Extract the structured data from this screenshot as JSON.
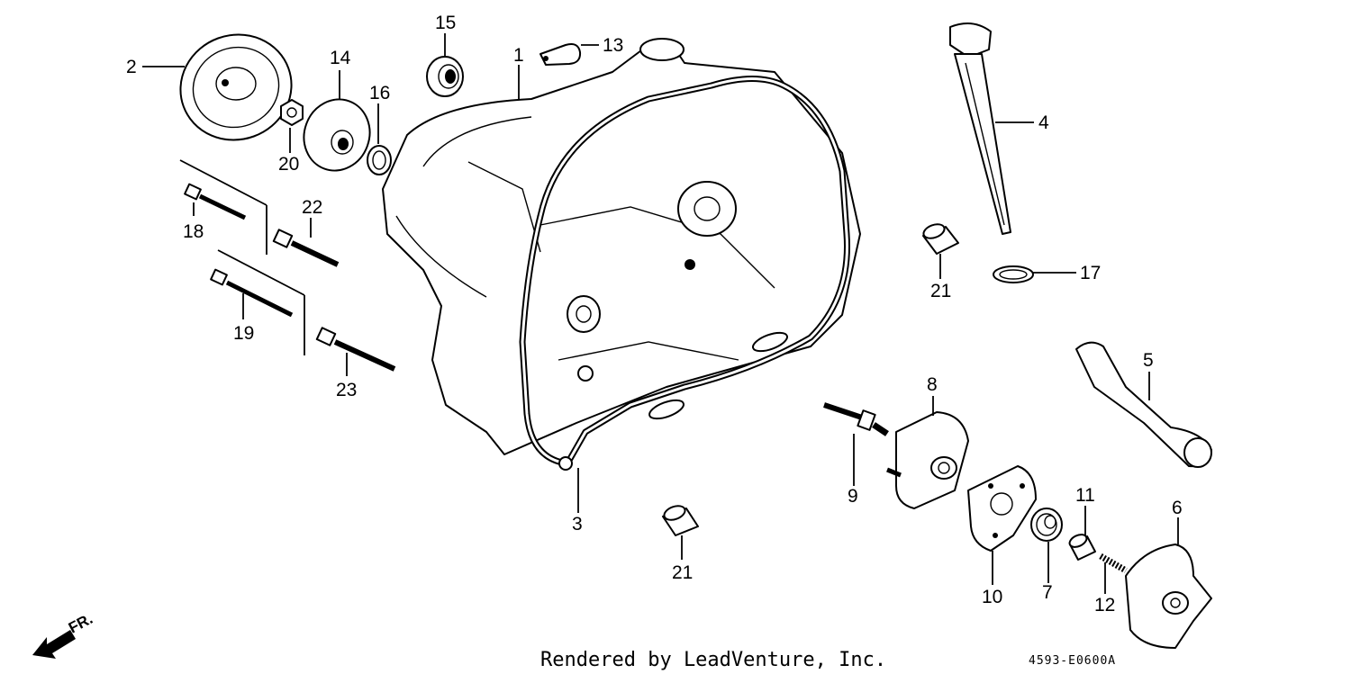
{
  "callouts": {
    "c1": "1",
    "c2": "2",
    "c3": "3",
    "c4": "4",
    "c5": "5",
    "c6": "6",
    "c7": "7",
    "c8": "8",
    "c9": "9",
    "c10": "10",
    "c11": "11",
    "c12": "12",
    "c13": "13",
    "c14": "14",
    "c15": "15",
    "c16": "16",
    "c17": "17",
    "c18": "18",
    "c19": "19",
    "c20": "20",
    "c21a": "21",
    "c21b": "21",
    "c22": "22",
    "c23": "23"
  },
  "footer": {
    "rendered_by": "Rendered by LeadVenture, Inc.",
    "diagram_code": "4593-E0600A",
    "direction_label": "FR."
  }
}
